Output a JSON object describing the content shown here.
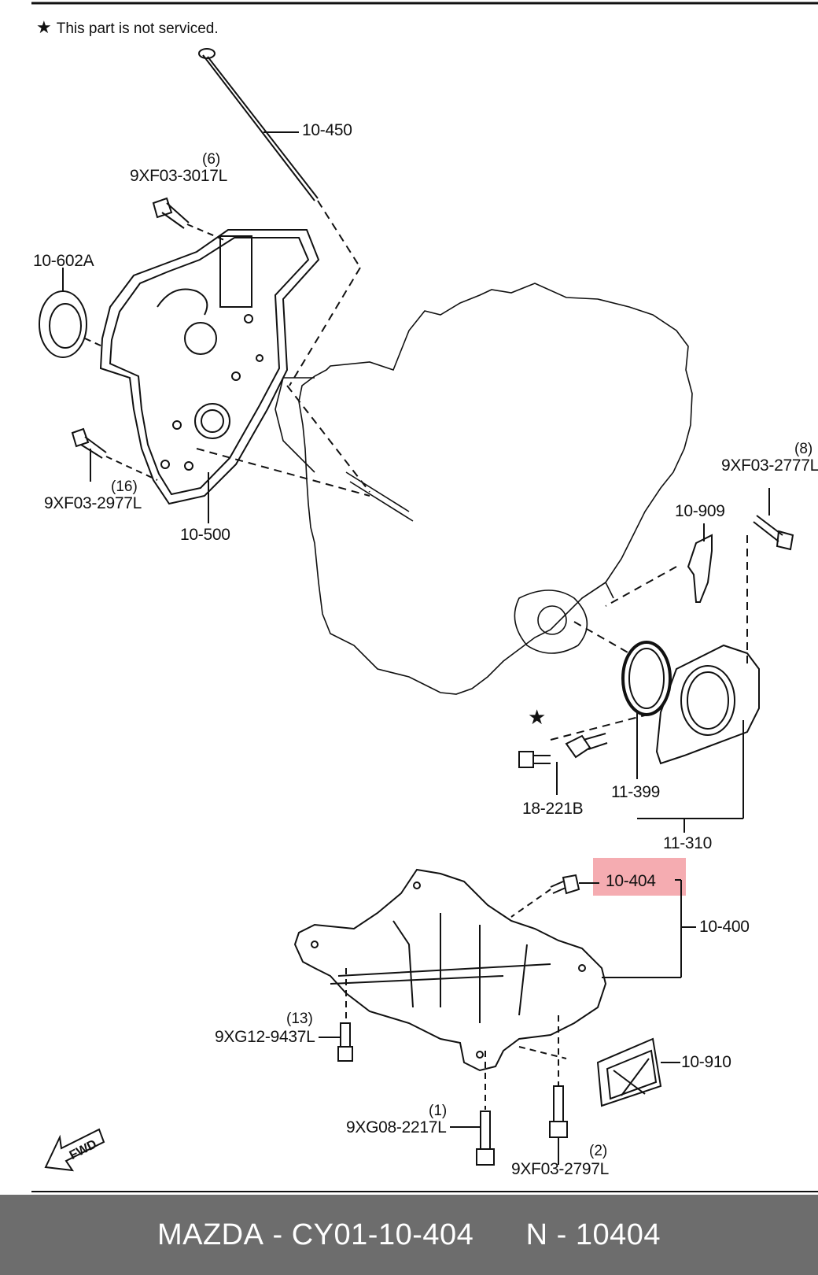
{
  "note": {
    "star": "★",
    "text": "This part is not serviced."
  },
  "labels": {
    "l10450": "10-450",
    "q6": "(6)",
    "b3017": "9XF03-3017L",
    "l10602a": "10-602A",
    "q16": "(16)",
    "b2977": "9XF03-2977L",
    "l10500": "10-500",
    "q8": "(8)",
    "b2777": "9XF03-2777L",
    "l10909": "10-909",
    "l18221b": "18-221B",
    "l11399": "11-399",
    "l11310": "11-310",
    "l10404": "10-404",
    "l10400": "10-400",
    "q13": "(13)",
    "b9437": "9XG12-9437L",
    "l10910": "10-910",
    "q1": "(1)",
    "b2217": "9XG08-2217L",
    "q2": "(2)",
    "b2797": "9XF03-2797L",
    "fwd": "FWD",
    "star_mark": "★"
  },
  "highlight_color": "#f4a3a8",
  "footer": {
    "brand": "MAZDA",
    "sep1": " - ",
    "part_number": "CY01-10-404",
    "gap": "      ",
    "n_label": "N",
    "sep2": " - ",
    "n_value": "10404"
  }
}
